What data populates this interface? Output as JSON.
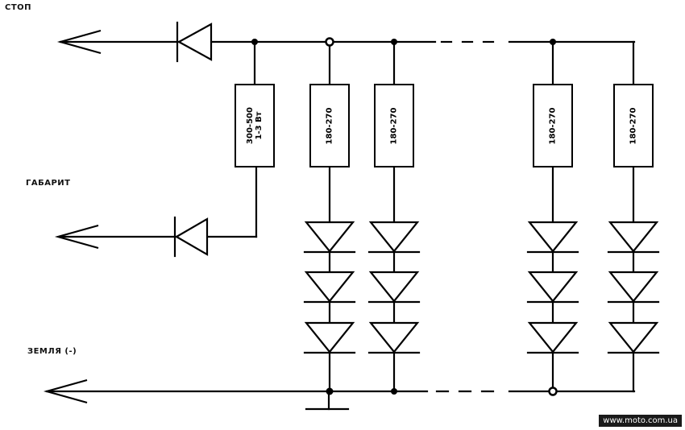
{
  "labels": {
    "stop": "СТОП",
    "parking": "ГАБАРИТ",
    "ground": "ЗЕМЛЯ (-)"
  },
  "resistors": {
    "main_line1": "300-500",
    "main_line2": "1-3 Вт",
    "r1": "180-270",
    "r2": "180-270",
    "r3": "180-270",
    "r4": "180-270"
  },
  "watermark": "www.moto.com.ua",
  "colors": {
    "ink": "#000000",
    "background": "#ffffff"
  }
}
